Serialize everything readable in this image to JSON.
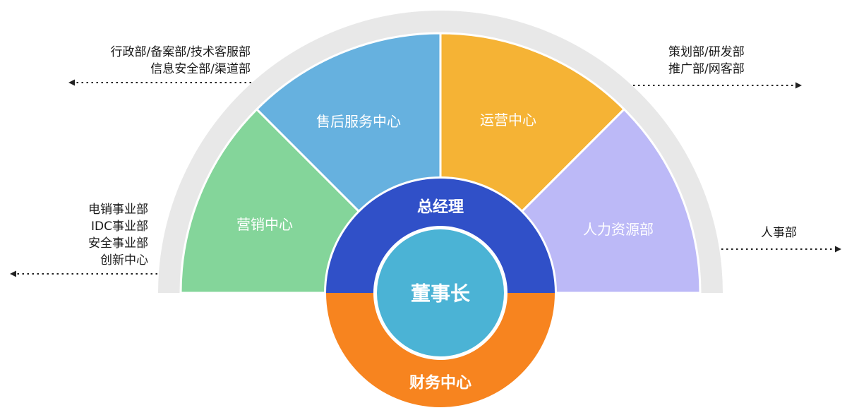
{
  "segments": [
    {
      "label": "营销中心",
      "color": "#84d59a"
    },
    {
      "label": "售后服务中心",
      "color": "#66b1df"
    },
    {
      "label": "运营中心",
      "color": "#f5b335"
    },
    {
      "label": "人力资源部",
      "color": "#bcb9f7"
    }
  ],
  "center": {
    "top_label": "总经理",
    "top_color": "#3050c8",
    "core_label": "董事长",
    "core_color": "#4bb3d5",
    "bottom_label": "财务中心",
    "bottom_color": "#f7841f"
  },
  "branches": {
    "top_left": [
      "行政部/备案部/技术客服部",
      "信息安全部/渠道部"
    ],
    "left": [
      "电销事业部",
      "IDC事业部",
      "安全事业部",
      "创新中心"
    ],
    "top_right": [
      "策划部/研发部",
      "推广部/网客部"
    ],
    "right": [
      "人事部"
    ]
  },
  "colors": {
    "ring": "#e8e8e8",
    "arrow": "#222222",
    "divider": "#ffffff"
  }
}
